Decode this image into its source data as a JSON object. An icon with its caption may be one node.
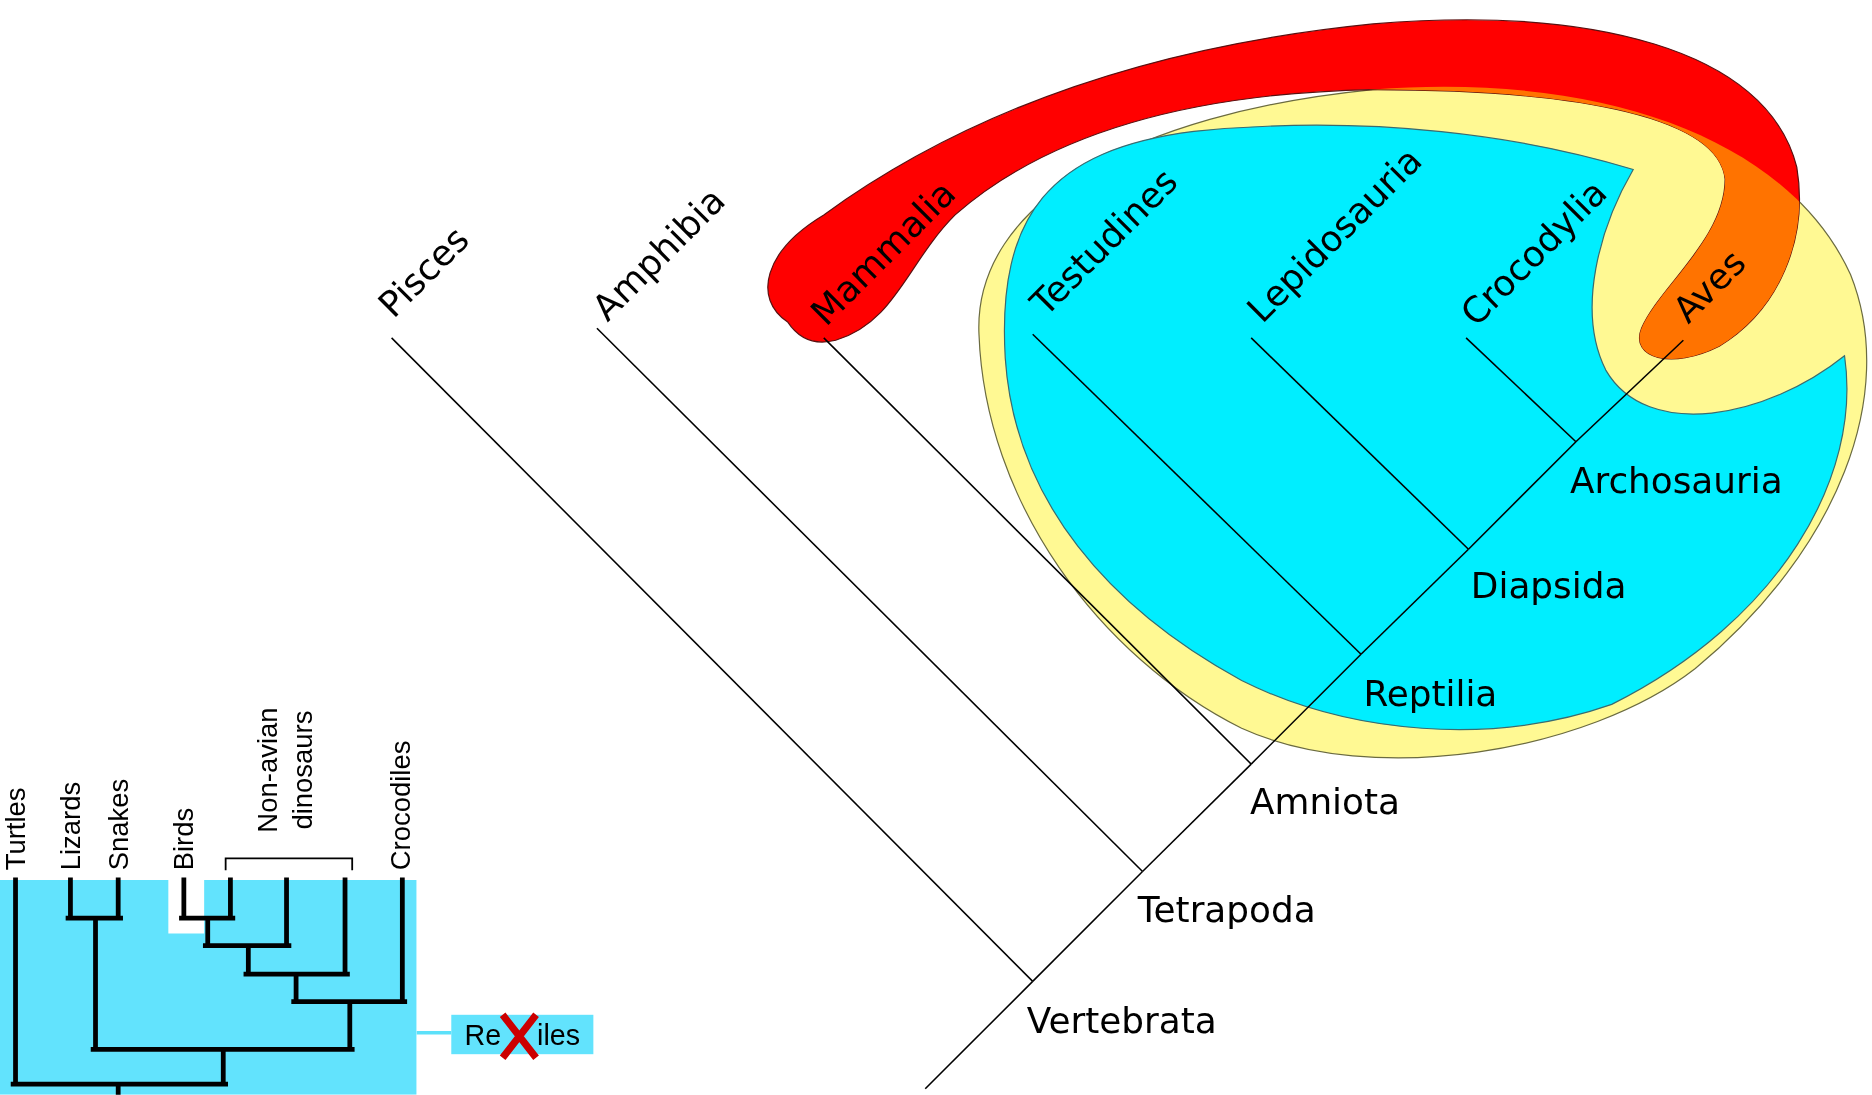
{
  "diagram": {
    "nodes": [
      {
        "text": [
          "Pisces"
        ]
      },
      {
        "text": [
          "Amphibia"
        ]
      },
      {
        "text": [
          "Mammalia"
        ]
      },
      {
        "text": [
          "Testudines"
        ]
      },
      {
        "text": [
          "Lepidosauria"
        ]
      },
      {
        "text": [
          "Crocodylia"
        ]
      },
      {
        "text": [
          "Aves"
        ]
      },
      {
        "text": [
          "Archosauria"
        ]
      },
      {
        "text": [
          "Diapsida"
        ]
      },
      {
        "text": [
          "Reptilia"
        ]
      },
      {
        "text": [
          "Amniota"
        ]
      },
      {
        "text": [
          "Tetrapoda"
        ]
      },
      {
        "text": [
          "Vertebrata"
        ]
      },
      {
        "text": [],
        "shape": "box"
      },
      {
        "text": [
          "Re",
          "iles"
        ]
      }
    ],
    "edges": [
      {
        "from": null,
        "to": 12,
        "arrow": "none"
      },
      {
        "from": 12,
        "to": 0,
        "arrow": "none"
      },
      {
        "from": 12,
        "to": 11,
        "arrow": "none"
      },
      {
        "from": 11,
        "to": 1,
        "arrow": "none"
      },
      {
        "from": 11,
        "to": 10,
        "arrow": "none"
      },
      {
        "from": 10,
        "to": 2,
        "arrow": "none"
      },
      {
        "from": 10,
        "to": 9,
        "arrow": "none"
      },
      {
        "from": 9,
        "to": 3,
        "arrow": "none"
      },
      {
        "from": 9,
        "to": 8,
        "arrow": "none"
      },
      {
        "from": 8,
        "to": 4,
        "arrow": "none"
      },
      {
        "from": 8,
        "to": 7,
        "arrow": "none"
      },
      {
        "from": 7,
        "to": 5,
        "arrow": "none"
      },
      {
        "from": 7,
        "to": 6,
        "arrow": "none"
      },
      {
        "from": 13,
        "to": 14,
        "arrow": "none",
        "color": "#5ce1fa"
      }
    ],
    "labels": [
      "Turtles",
      "Lizards",
      "Snakes",
      "Birds",
      "Non-avian dinosaurs",
      "Crocodiles"
    ]
  }
}
